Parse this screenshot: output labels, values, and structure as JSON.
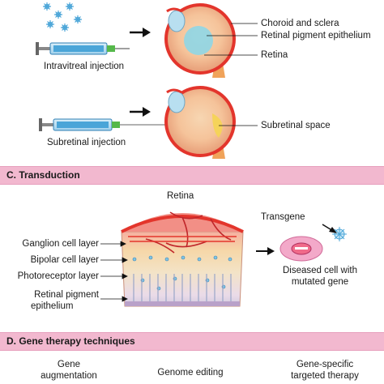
{
  "delivery": {
    "intravitreal_label": "Intravitreal injection",
    "subretinal_label": "Subretinal injection",
    "choroid_label": "Choroid and sclera",
    "rpe_label": "Retinal pigment epithelium",
    "retina_label": "Retina",
    "subretinal_space_label": "Subretinal space"
  },
  "transduction": {
    "header": "C. Transduction",
    "retina_title": "Retina",
    "layers": [
      "Ganglion cell layer",
      "Bipolar cell layer",
      "Photoreceptor layer",
      "Retinal pigment",
      "epithelium"
    ],
    "transgene_label": "Transgene",
    "diseased_line1": "Diseased cell with",
    "diseased_line2": "mutated gene"
  },
  "techniques": {
    "header": "D. Gene therapy techniques",
    "items": [
      {
        "line1": "Gene",
        "line2": "augmentation"
      },
      {
        "line1": "Genome editing",
        "line2": ""
      },
      {
        "line1": "Gene-specific",
        "line2": "targeted therapy"
      }
    ]
  },
  "colors": {
    "band": "#f2b8cf",
    "eye": "#e3352c",
    "lens": "#8fd6e6",
    "syringe": "#4aa5d8",
    "needle": "#55b84a",
    "nerve": "#f0a35a"
  }
}
